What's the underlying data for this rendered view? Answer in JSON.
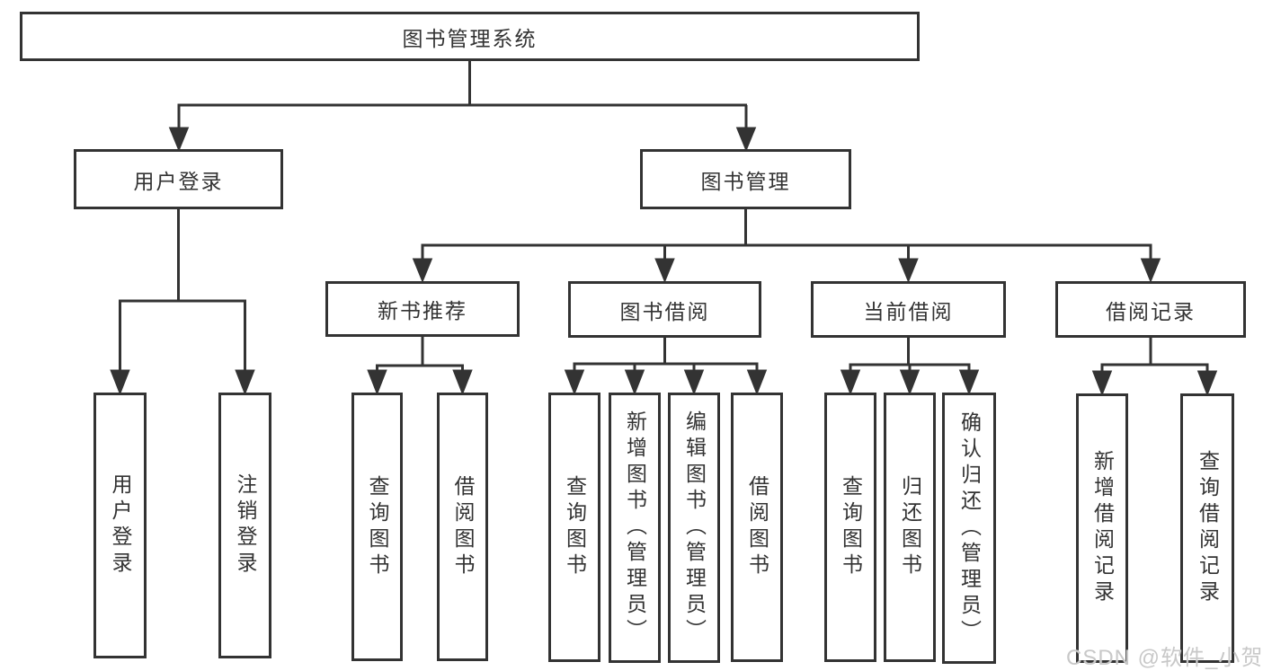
{
  "diagram_title": "图书管理系统",
  "colors": {
    "line": "#333333",
    "text": "#333333",
    "background": "#ffffff",
    "watermark": "#c8c8c8"
  },
  "watermark": {
    "text": "CSDN @软件_小贺同学"
  },
  "nodes": {
    "root": "图书管理系统",
    "user_login": "用户登录",
    "book_mgmt": "图书管理",
    "new_book_rec": "新书推荐",
    "book_borrow": "图书借阅",
    "current_borrow": "当前借阅",
    "borrow_records": "借阅记录",
    "leaf_user_login": "用户登录",
    "leaf_logout": "注销登录",
    "leaf_query_book_newrec": "查询图书",
    "leaf_borrow_book_newrec": "借阅图书",
    "leaf_query_book_borrow": "查询图书",
    "leaf_add_book_admin": "新增图书（管理员）",
    "leaf_edit_book_admin": "编辑图书（管理员）",
    "leaf_borrow_book_borrow": "借阅图书",
    "leaf_query_book_current": "查询图书",
    "leaf_return_book": "归还图书",
    "leaf_confirm_return_admin": "确认归还（管理员）",
    "leaf_add_borrow_record": "新增借阅记录",
    "leaf_query_borrow_record": "查询借阅记录"
  }
}
